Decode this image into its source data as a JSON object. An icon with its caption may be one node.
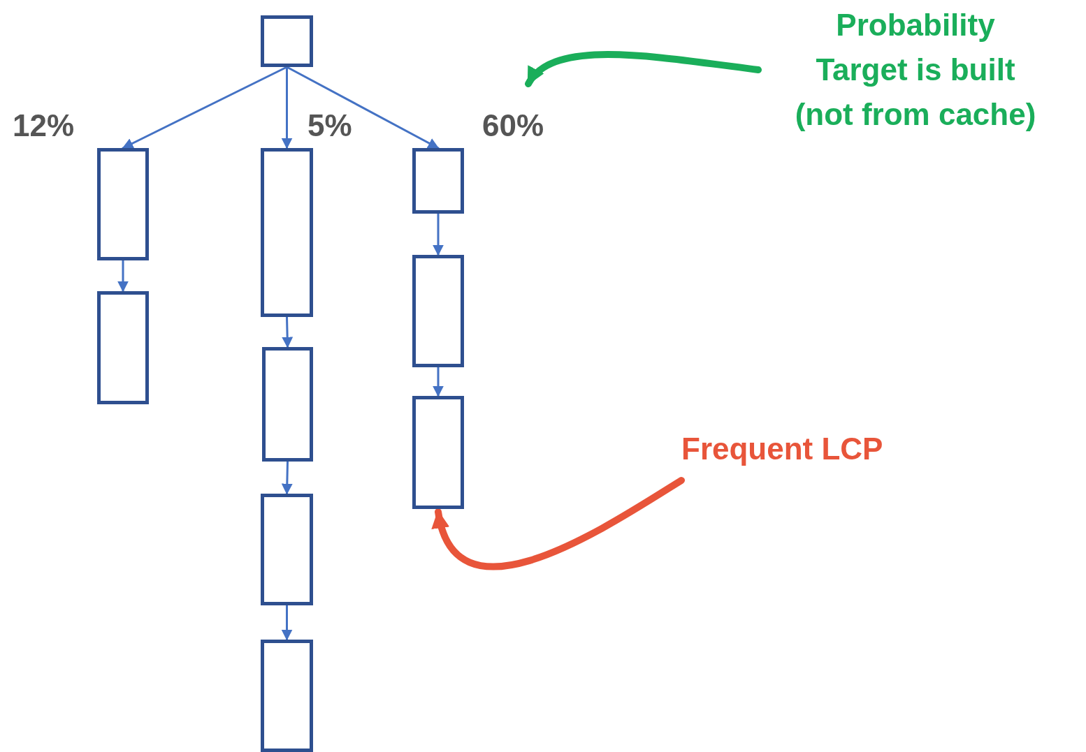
{
  "diagram": {
    "nodes": [
      {
        "text": [],
        "shape": "box"
      },
      {
        "text": [],
        "shape": "box"
      },
      {
        "text": [],
        "shape": "box"
      },
      {
        "text": [],
        "shape": "box"
      },
      {
        "text": [],
        "shape": "box"
      },
      {
        "text": [],
        "shape": "box"
      },
      {
        "text": [],
        "shape": "box"
      },
      {
        "text": [],
        "shape": "box"
      },
      {
        "text": [],
        "shape": "box"
      },
      {
        "text": [],
        "shape": "box"
      },
      {
        "text": [
          "Probability Target is built (not from cache)"
        ]
      },
      {
        "text": [
          "Frequent LCP"
        ]
      }
    ],
    "edges": [
      {
        "from": 0,
        "to": 1,
        "arrow": "to",
        "label": "12%"
      },
      {
        "from": 0,
        "to": 3,
        "arrow": "to",
        "label": "5%"
      },
      {
        "from": 0,
        "to": 7,
        "arrow": "to",
        "label": "60%"
      },
      {
        "from": 1,
        "to": 2,
        "arrow": "to"
      },
      {
        "from": 3,
        "to": 4,
        "arrow": "to"
      },
      {
        "from": 4,
        "to": 5,
        "arrow": "to"
      },
      {
        "from": 5,
        "to": 6,
        "arrow": "to"
      },
      {
        "from": 7,
        "to": 8,
        "arrow": "to"
      },
      {
        "from": 8,
        "to": 9,
        "arrow": "to"
      },
      {
        "from": 10,
        "to": null,
        "arrow": "to",
        "style": "thick",
        "color": "#1aae5a"
      },
      {
        "from": 11,
        "to": 9,
        "arrow": "to",
        "style": "thick",
        "color": "#e8553a"
      }
    ]
  }
}
